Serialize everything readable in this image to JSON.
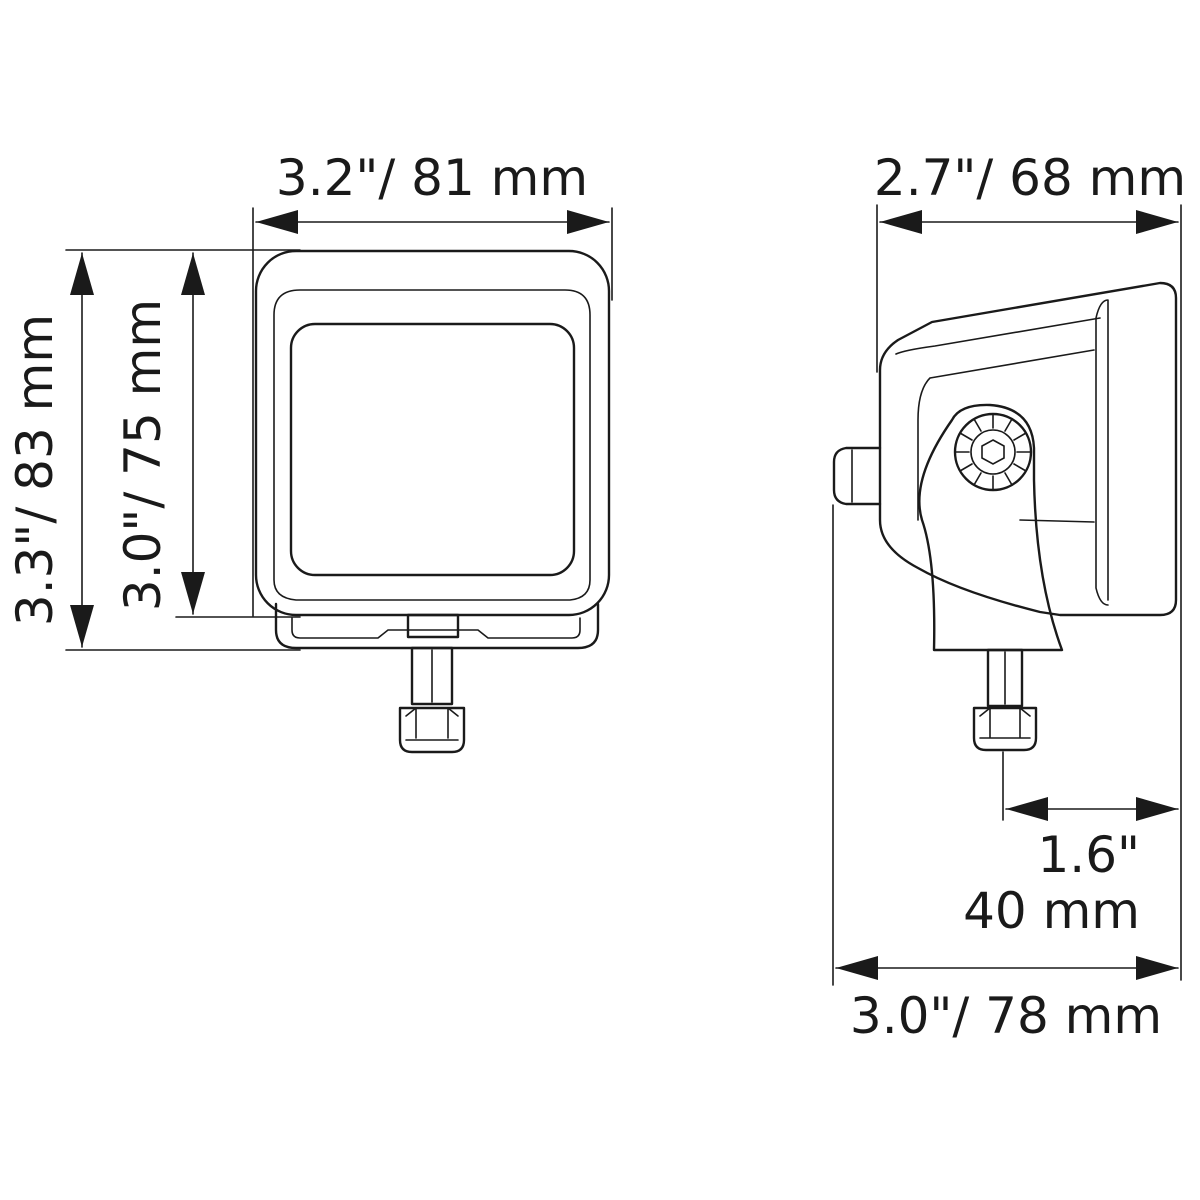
{
  "front_view": {
    "width_label": "3.2\"/ 81 mm",
    "outer_height_label": "3.3\"/ 83 mm",
    "inner_height_label": "3.0\"/ 75 mm"
  },
  "side_view": {
    "depth_label": "2.7\"/ 68 mm",
    "stud_offset_label_line1": "1.6\"",
    "stud_offset_label_line2": "40 mm",
    "overall_length_label": "3.0\"/ 78 mm"
  }
}
